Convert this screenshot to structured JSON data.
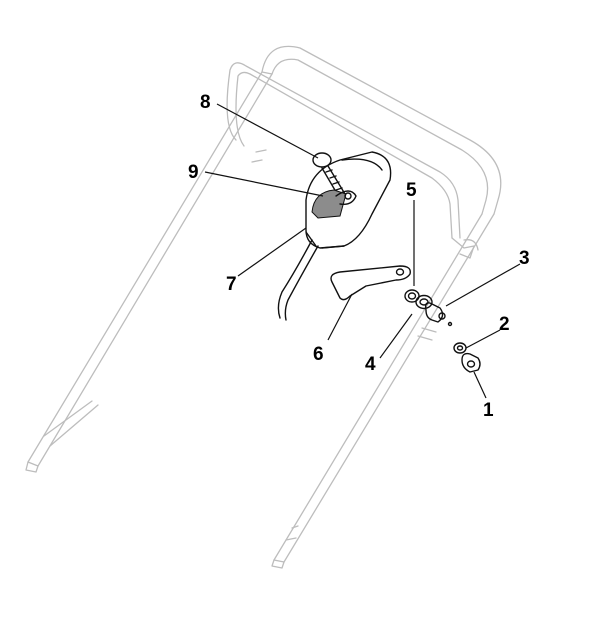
{
  "callouts": {
    "c1": "1",
    "c2": "2",
    "c3": "3",
    "c4": "4",
    "c5": "5",
    "c6": "6",
    "c7": "7",
    "c8": "8",
    "c9": "9"
  },
  "colors": {
    "frame_line": "#bdbdbd",
    "part_line": "#111111",
    "label_fill": "#8c8c8c"
  }
}
